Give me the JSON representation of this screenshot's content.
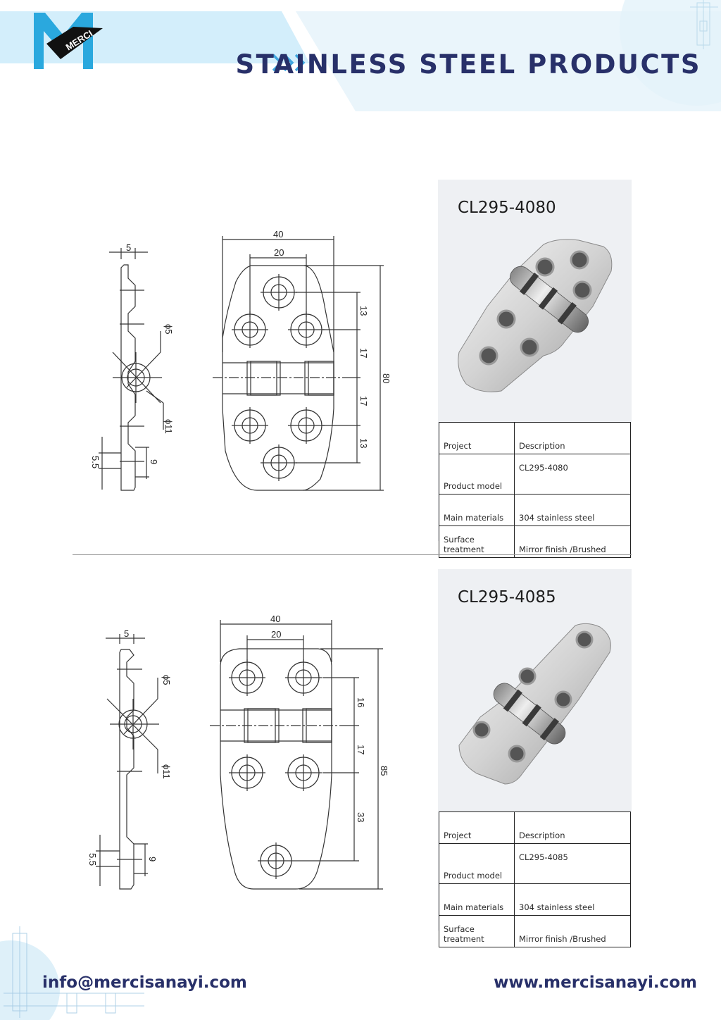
{
  "brand": {
    "logo_text": "MERCI",
    "header_title": "STAINLESS STEEL PRODUCTS",
    "colors": {
      "navy": "#283069",
      "light_blue": "#e6f4fb",
      "logo_blue": "#2aa8de"
    }
  },
  "products": [
    {
      "model_title": "CL295-4080",
      "drawing": {
        "top_width": "40",
        "top_inner": "20",
        "side_thickness": "5",
        "hole_small": "ϕ5",
        "hole_large": "ϕ11",
        "spacing_1": "13",
        "spacing_2": "17",
        "spacing_3": "17",
        "spacing_4": "13",
        "total_height": "80",
        "bottom_offset": "5.5",
        "bottom_depth": "9"
      },
      "table": {
        "header": {
          "k": "Project",
          "v": "Description"
        },
        "rows": [
          {
            "k": "Product model",
            "v": "CL295-4080"
          },
          {
            "k": "Main materials",
            "v": "304 stainless steel"
          },
          {
            "k": "Surface treatment",
            "v": "Mirror finish /Brushed"
          }
        ]
      }
    },
    {
      "model_title": "CL295-4085",
      "drawing": {
        "top_width": "40",
        "top_inner": "20",
        "side_thickness": "5",
        "hole_small": "ϕ5",
        "hole_large": "ϕ11",
        "spacing_1": "16",
        "spacing_2": "17",
        "spacing_3": "33",
        "total_height": "85",
        "bottom_offset": "5.5",
        "bottom_depth": "9"
      },
      "table": {
        "header": {
          "k": "Project",
          "v": "Description"
        },
        "rows": [
          {
            "k": "Product model",
            "v": "CL295-4085"
          },
          {
            "k": "Main materials",
            "v": "304 stainless steel"
          },
          {
            "k": "Surface treatment",
            "v": "Mirror finish /Brushed"
          }
        ]
      }
    }
  ],
  "footer": {
    "email": "info@mercisanayi.com",
    "website": "www.mercisanayi.com"
  }
}
